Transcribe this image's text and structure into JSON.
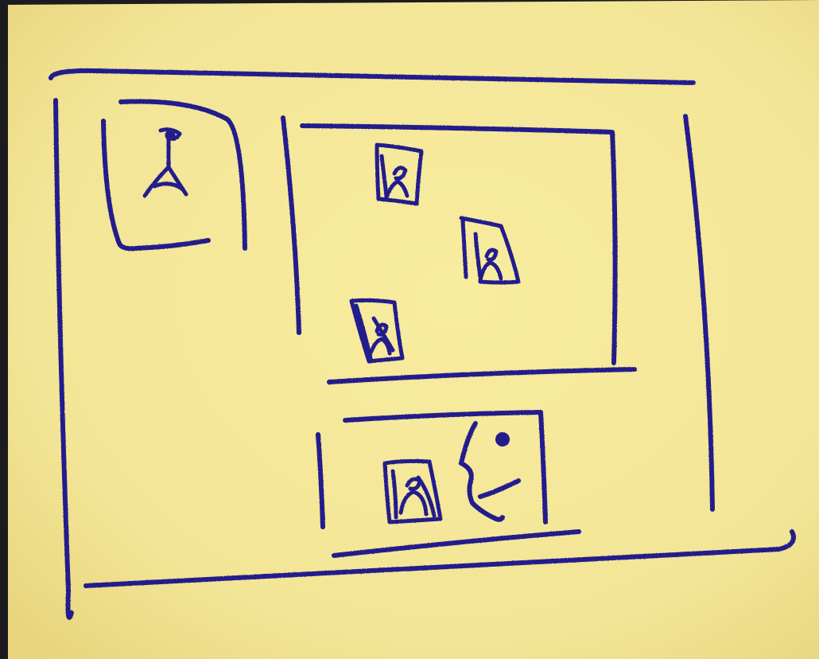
{
  "sketch": {
    "paper_color": "#f6e99d",
    "paper_shade": "#efdd86",
    "ink_color": "#241c8c",
    "background_color": "#1c1c1e",
    "frames": [
      {
        "name": "avatar-frame",
        "icon": "stick-figure-icon"
      },
      {
        "name": "gallery-frame",
        "icon": "portrait-icon"
      },
      {
        "name": "video-call-frame",
        "icon": "face-profile-icon"
      }
    ]
  }
}
